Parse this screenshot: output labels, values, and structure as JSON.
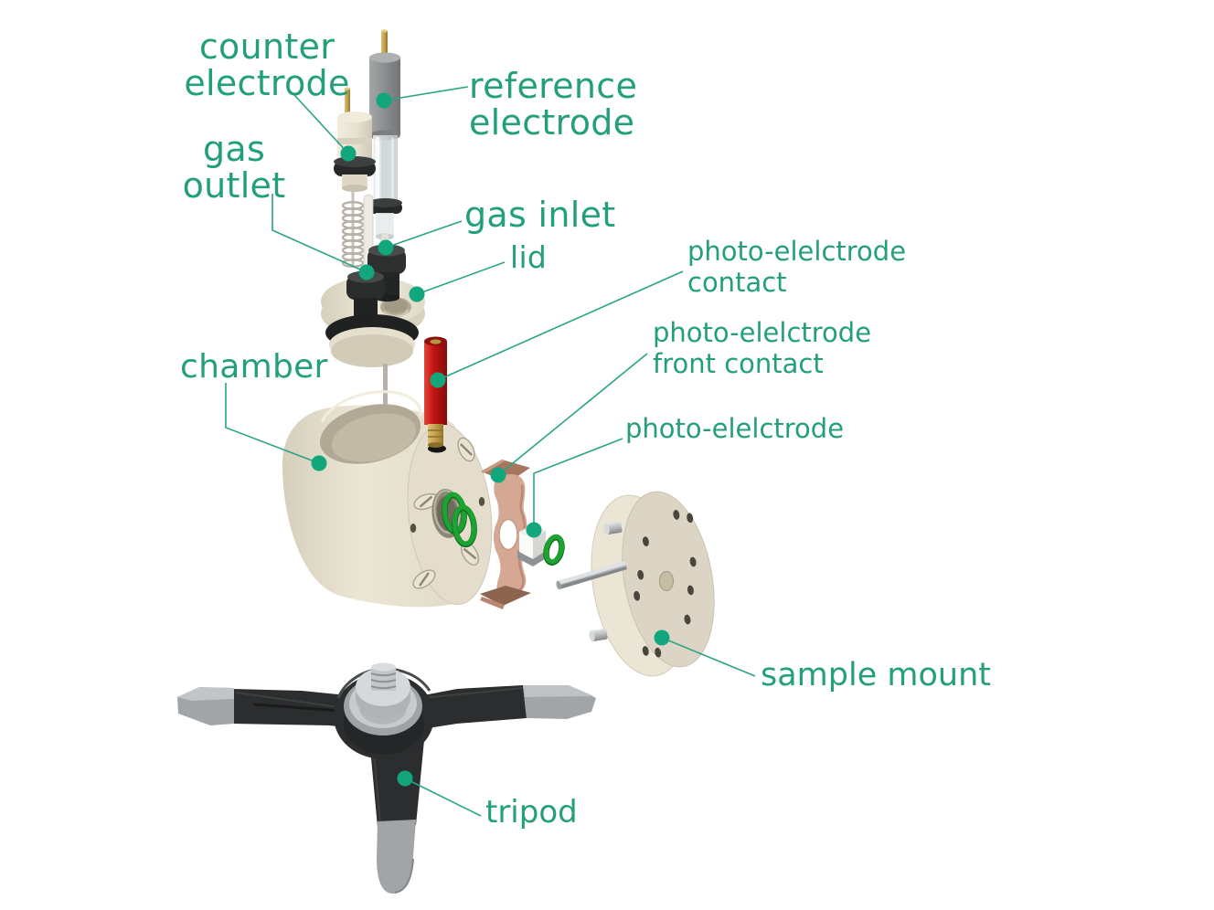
{
  "figure": {
    "type": "exploded-view component diagram",
    "subject": "photo-electrochemical cell assembly"
  },
  "colors": {
    "label_text": "#23a07b",
    "leader_line": "#2aa482",
    "marker_dot": "#12a67c",
    "body_cream": "#eae4d4",
    "copper_contact": "#d5a894",
    "red_contact": "#c41414",
    "oring_green": "#1ca332",
    "rubber_black": "#2b2d2d",
    "metal_silver": "#b5b9bb",
    "gold_pin": "#c9a84c",
    "background": "#ffffff"
  },
  "labels": {
    "counter_electrode": "counter\nelectrode",
    "reference_electrode": "reference\nelectrode",
    "gas_outlet": "gas\noutlet",
    "gas_inlet": "gas inlet",
    "lid": "lid",
    "photo_electrode_contact": "photo-elelctrode\ncontact",
    "photo_electrode_front_contact": "photo-elelctrode\nfront contact",
    "photo_electrode": "photo-elelctrode",
    "chamber": "chamber",
    "sample_mount": "sample mount",
    "tripod": "tripod"
  }
}
